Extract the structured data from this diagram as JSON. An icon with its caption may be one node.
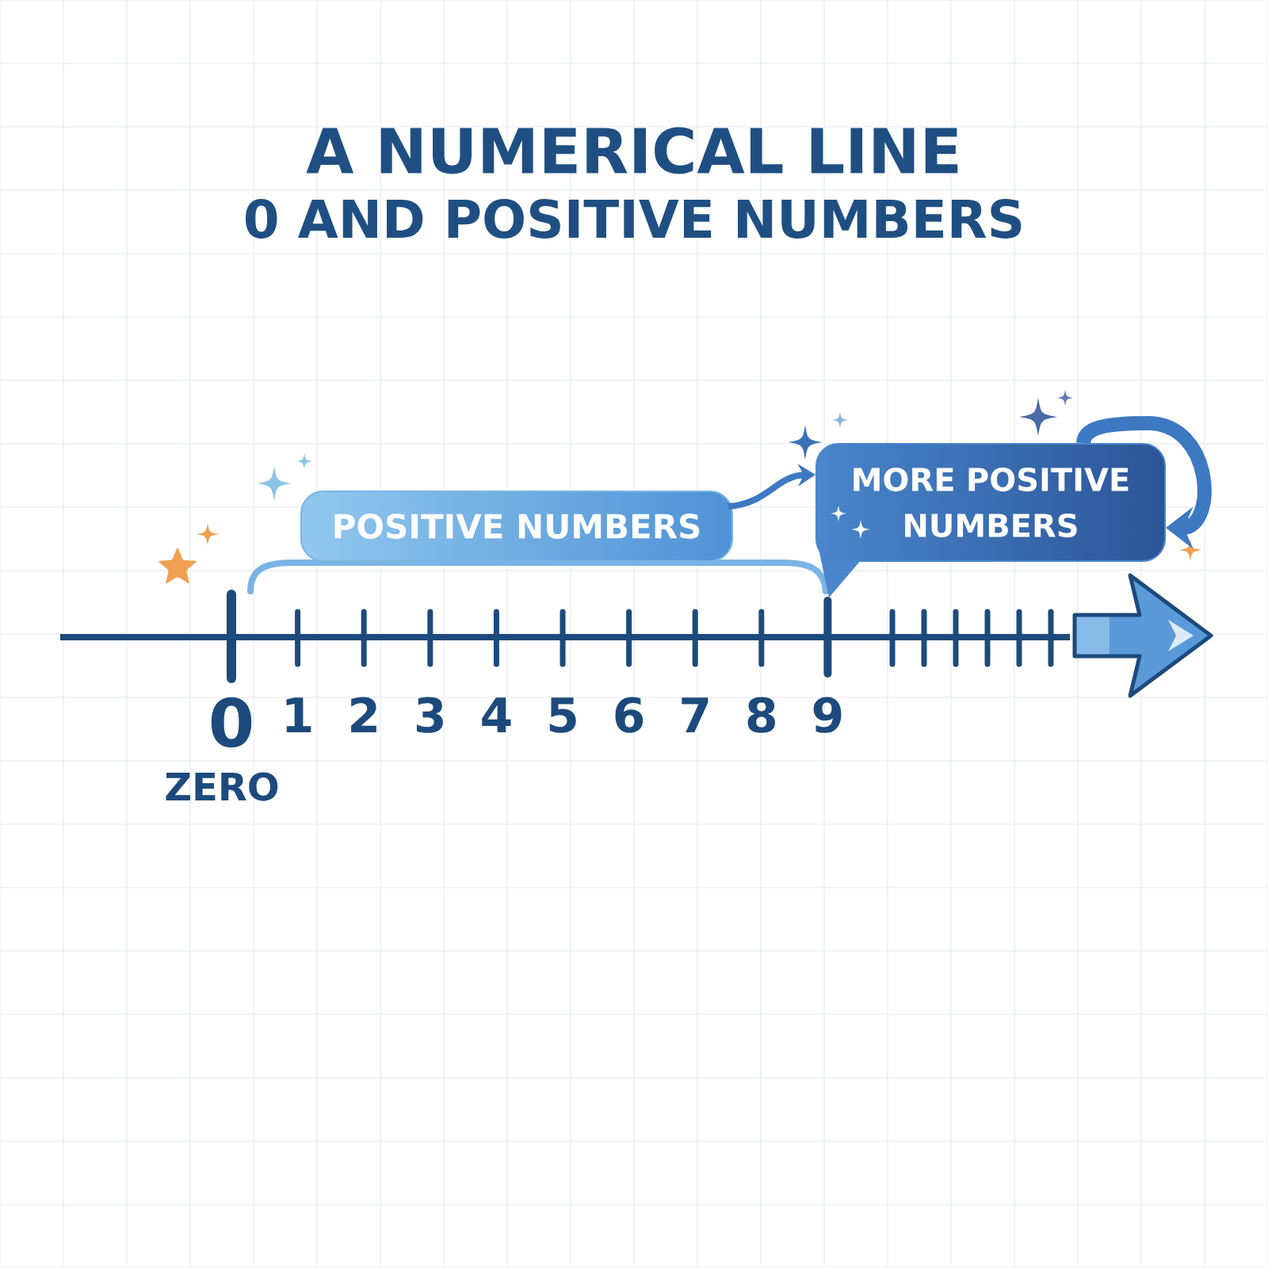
{
  "diagram": {
    "title": "A NUMERICAL LINE",
    "nodes": [
      {
        "text": [
          "POSITIVE NUMBERS"
        ]
      },
      {
        "text": [
          "MORE POSITIVE NUMBERS"
        ]
      }
    ],
    "edges": [
      {
        "from": 0,
        "to": 1,
        "arrow": "to"
      },
      {
        "from": 1,
        "to": 1,
        "arrow": "to",
        "style": "thick"
      }
    ],
    "labels": [
      "0 AND POSITIVE NUMBERS",
      "0",
      "1",
      "2",
      "3",
      "4",
      "5",
      "6",
      "7",
      "8",
      "9",
      "ZERO"
    ]
  }
}
